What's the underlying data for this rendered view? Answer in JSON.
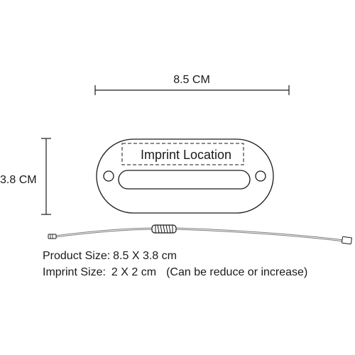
{
  "dimension": {
    "width_label": "8.5 CM",
    "height_label": "3.8 CM"
  },
  "product": {
    "imprint_area_label": "Imprint Location"
  },
  "specs": {
    "product_size_label": "Product Size:",
    "product_size_value": "8.5 X 3.8 cm",
    "imprint_size_label": "Imprint Size:",
    "imprint_size_value": "2 X 2 cm",
    "imprint_note": "(Can be reduce or increase)"
  },
  "colors": {
    "line": "#1a1a1a",
    "cable": "#7a7a7a"
  }
}
